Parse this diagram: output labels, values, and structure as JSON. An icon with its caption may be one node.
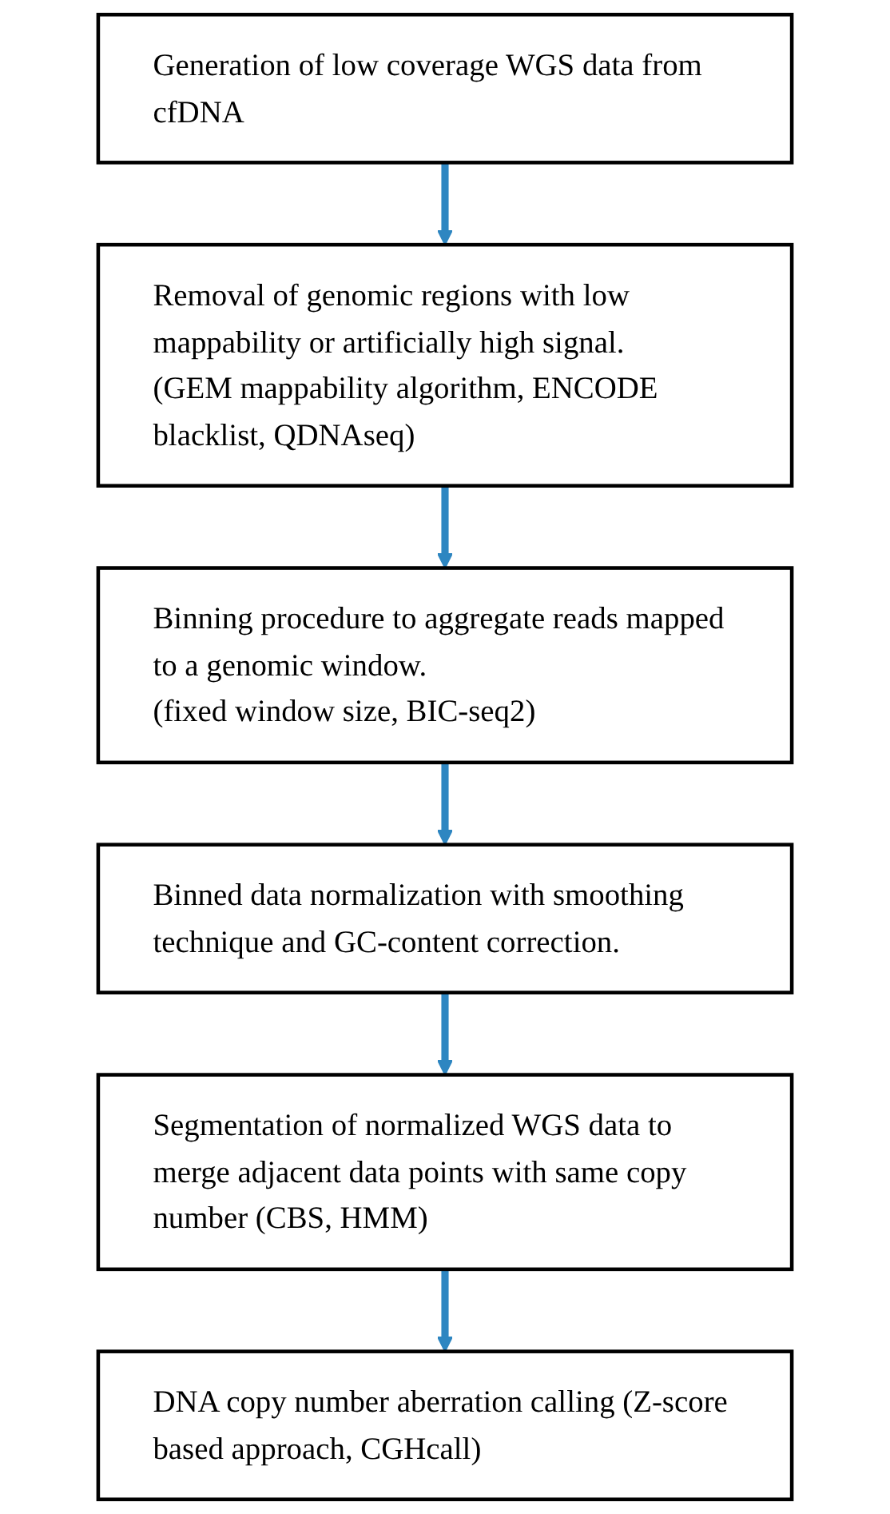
{
  "diagram": {
    "nodes": [
      {
        "text": [
          "Generation of low coverage WGS data from cfDNA"
        ]
      },
      {
        "text": [
          "Removal of genomic regions with low mappability or artificially high signal.",
          "(GEM mappability algorithm, ENCODE blacklist, QDNAseq)"
        ]
      },
      {
        "text": [
          "Binning procedure to aggregate reads mapped to a genomic window.",
          "(fixed window size, BIC-seq2)"
        ]
      },
      {
        "text": [
          "Binned data normalization with smoothing technique and GC-content correction."
        ]
      },
      {
        "text": [
          "Segmentation of normalized WGS data to merge adjacent data points with same copy number (CBS, HMM)"
        ]
      },
      {
        "text": [
          "DNA copy number aberration calling (Z-score based approach, CGHcall)"
        ]
      }
    ],
    "edges": [
      {
        "from": 0,
        "to": 1,
        "arrow": "to"
      },
      {
        "from": 1,
        "to": 2,
        "arrow": "to"
      },
      {
        "from": 2,
        "to": 3,
        "arrow": "to"
      },
      {
        "from": 3,
        "to": 4,
        "arrow": "to"
      },
      {
        "from": 4,
        "to": 5,
        "arrow": "to"
      }
    ]
  }
}
